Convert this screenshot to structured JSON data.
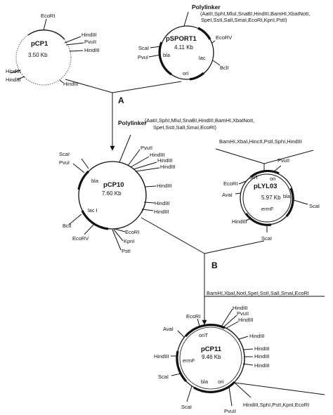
{
  "plasmids": {
    "pcp1": {
      "name": "pCP1",
      "size": "3.50 Kb",
      "sites": {
        "ecori": "EcoRI",
        "hindiii_a": "HindIII",
        "pvuii": "PvuII",
        "hindiii_b": "HindIII",
        "hindiii_c": "HindIII",
        "hindiii_d": "HindIII",
        "hindiii_e": "HindIII"
      }
    },
    "psport1": {
      "name": "pSPORT1",
      "size": "4.11 Kb",
      "polylinker_title": "Polylinker",
      "polylinker_line1": "(AatII,SphI,MluI,SnaBI,HindIII,BamHI,XbaINotI,",
      "polylinker_line2": "SpeI,SstI,SalI,SmaI,EcoRI,KpnI,PstI)",
      "sites": {
        "scai": "ScaI",
        "pvui": "PvuI",
        "bla": "bla",
        "ecorv": "EcoRV",
        "lac": "lac",
        "bcli": "BclI",
        "ori": "ori"
      }
    },
    "pcp10": {
      "name": "pCP10",
      "size": "7.60 Kb",
      "polylinker_title": "Polylinker",
      "polylinker_line1": "(AatII,SphI,MluI,SnaBI,HindIII,BamHI,XbaINotI,",
      "polylinker_line2": "SpeI,SstI,SalI,SmaI,EcoRI)",
      "sites": {
        "scai": "ScaI",
        "pvui": "PvuI",
        "bla": "bla",
        "pvuii": "PvuII",
        "hindiii_1": "HindIII",
        "hindiii_2": "HindIII",
        "hindiii_3": "HindIII",
        "hindiii_4": "HindIII",
        "hindiii_5": "HindIII",
        "hindiii_6": "HindIII",
        "lac": "lac I",
        "bcli": "BclI",
        "ecorv": "EcoRV",
        "ecori": "EcoRI",
        "kpni": "KpnI",
        "psti": "PstI"
      }
    },
    "plylo3": {
      "name": "pLYL03",
      "size": "5.97 Kb",
      "linker": "BamHI,XbaI,HincII,PstI,SphI,HindIII",
      "sites": {
        "pvuii": "PvuII",
        "orit": "oriT",
        "ori": "ori",
        "ecori": "EcoRI",
        "aval": "AvaI",
        "bla": "bla",
        "scai_r": "ScaI",
        "ermf": "ermF",
        "hindiii": "HindIII",
        "scai_b": "ScaI"
      }
    },
    "pcp11": {
      "name": "pCP11",
      "size": "9.46 Kb",
      "linker_top": "BamHI,XbaI,NotI,SpeI,SstI,SalI,SmaI,EcoRI",
      "linker_bottom": "HindIII,SphI,PstI,KpnI,EcoRI",
      "sites": {
        "ecori": "EcoRI",
        "aval": "AvaI",
        "orit": "oriT",
        "hindiii_l": "HindIII",
        "ermf": "ermF",
        "scai_l": "ScaI",
        "scai_b": "ScaI",
        "bla": "bla",
        "ori": "ori",
        "pvuii_b": "PvuII",
        "hindiii_1": "HindIII",
        "pvuii_t": "PvuII",
        "hindiii_2": "HindIII",
        "hindiii_3": "HindIII",
        "hindiii_4": "HindIII",
        "hindiii_5": "HindIII",
        "hindiii_6": "HindIII"
      }
    }
  },
  "steps": {
    "a": "A",
    "b": "B"
  }
}
